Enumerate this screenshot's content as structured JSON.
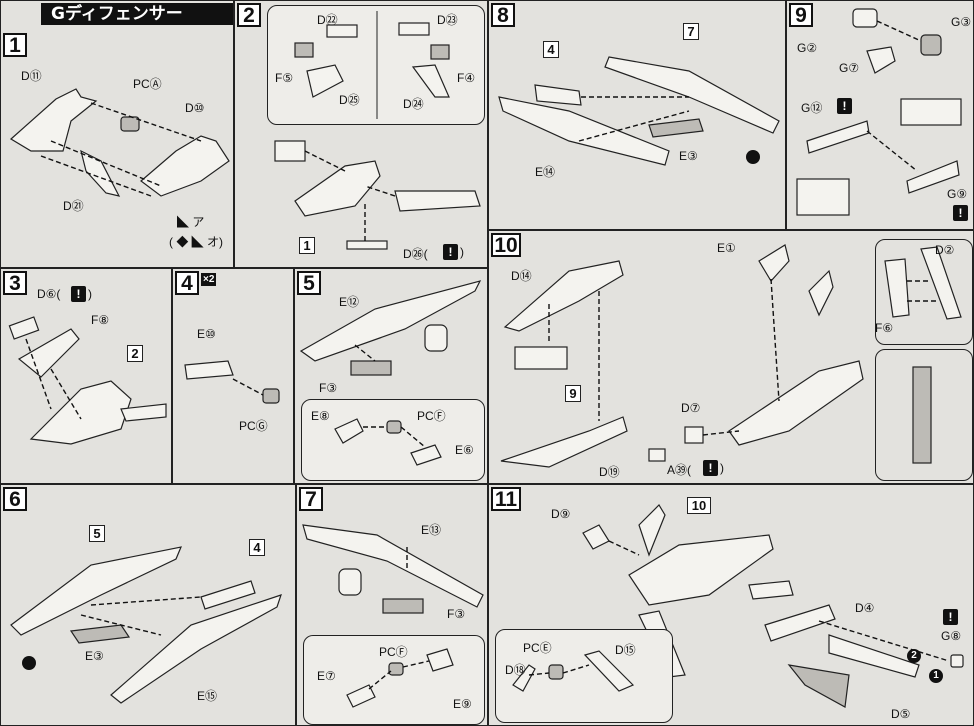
{
  "header": {
    "title": "Gディフェンサー"
  },
  "steps": {
    "s1": {
      "number": "1",
      "labels": {
        "d11": "D⑪",
        "pca": "PCⒶ",
        "d10": "D⑩",
        "d21": "D㉑",
        "note": "( ◆ ◣ オ)",
        "note_a": "◣ ア"
      }
    },
    "s2": {
      "number": "2",
      "labels": {
        "d22": "D㉒",
        "d23": "D㉓",
        "f5": "F⑤",
        "f4": "F④",
        "d25": "D㉕",
        "d24": "D㉔",
        "ref": "1",
        "d26": "D㉖(",
        "warn": "!",
        "d26_close": ")"
      }
    },
    "s3": {
      "number": "3",
      "labels": {
        "d6": "D⑥(",
        "warn": "!",
        "d6_close": ")",
        "f8": "F⑧",
        "ref": "2"
      }
    },
    "s4": {
      "number": "4",
      "badge": "×2",
      "labels": {
        "e10": "E⑩",
        "pcg": "PCⒼ"
      }
    },
    "s5": {
      "number": "5",
      "labels": {
        "e12": "E⑫",
        "f3": "F③",
        "e8": "E⑧",
        "pcf": "PCⒻ",
        "e6": "E⑥"
      }
    },
    "s6": {
      "number": "6",
      "labels": {
        "ref5": "5",
        "ref4": "4",
        "e3": "E③",
        "e15": "E⑮"
      }
    },
    "s7": {
      "number": "7",
      "labels": {
        "e13": "E⑬",
        "f3": "F③",
        "pcf": "PCⒻ",
        "e7": "E⑦",
        "e9": "E⑨"
      }
    },
    "s8": {
      "number": "8",
      "labels": {
        "ref4": "4",
        "ref7": "7",
        "e14": "E⑭",
        "e3": "E③"
      }
    },
    "s9": {
      "number": "9",
      "labels": {
        "g3": "G③",
        "g2": "G②",
        "g7": "G⑦",
        "g12": "G⑫",
        "g9": "G⑨",
        "warn": "!"
      }
    },
    "s10": {
      "number": "10",
      "labels": {
        "d14": "D⑭",
        "ref9": "9",
        "d19": "D⑲",
        "e1": "E①",
        "d7": "D⑦",
        "a39": "A㊴(",
        "a39_close": ")",
        "warn": "!",
        "d2": "D②",
        "f6": "F⑥"
      }
    },
    "s11": {
      "number": "11",
      "labels": {
        "d9": "D⑨",
        "ref10": "10",
        "pce": "PCⒺ",
        "d18": "D⑱",
        "d15": "D⑮",
        "d4": "D④",
        "g8": "G⑧",
        "d5": "D⑤",
        "warn": "!",
        "n1": "1",
        "n2": "2"
      }
    }
  },
  "colors": {
    "panel_bg": "#e3e2de",
    "ink": "#111111",
    "part_shade": "#bdbbb6"
  }
}
